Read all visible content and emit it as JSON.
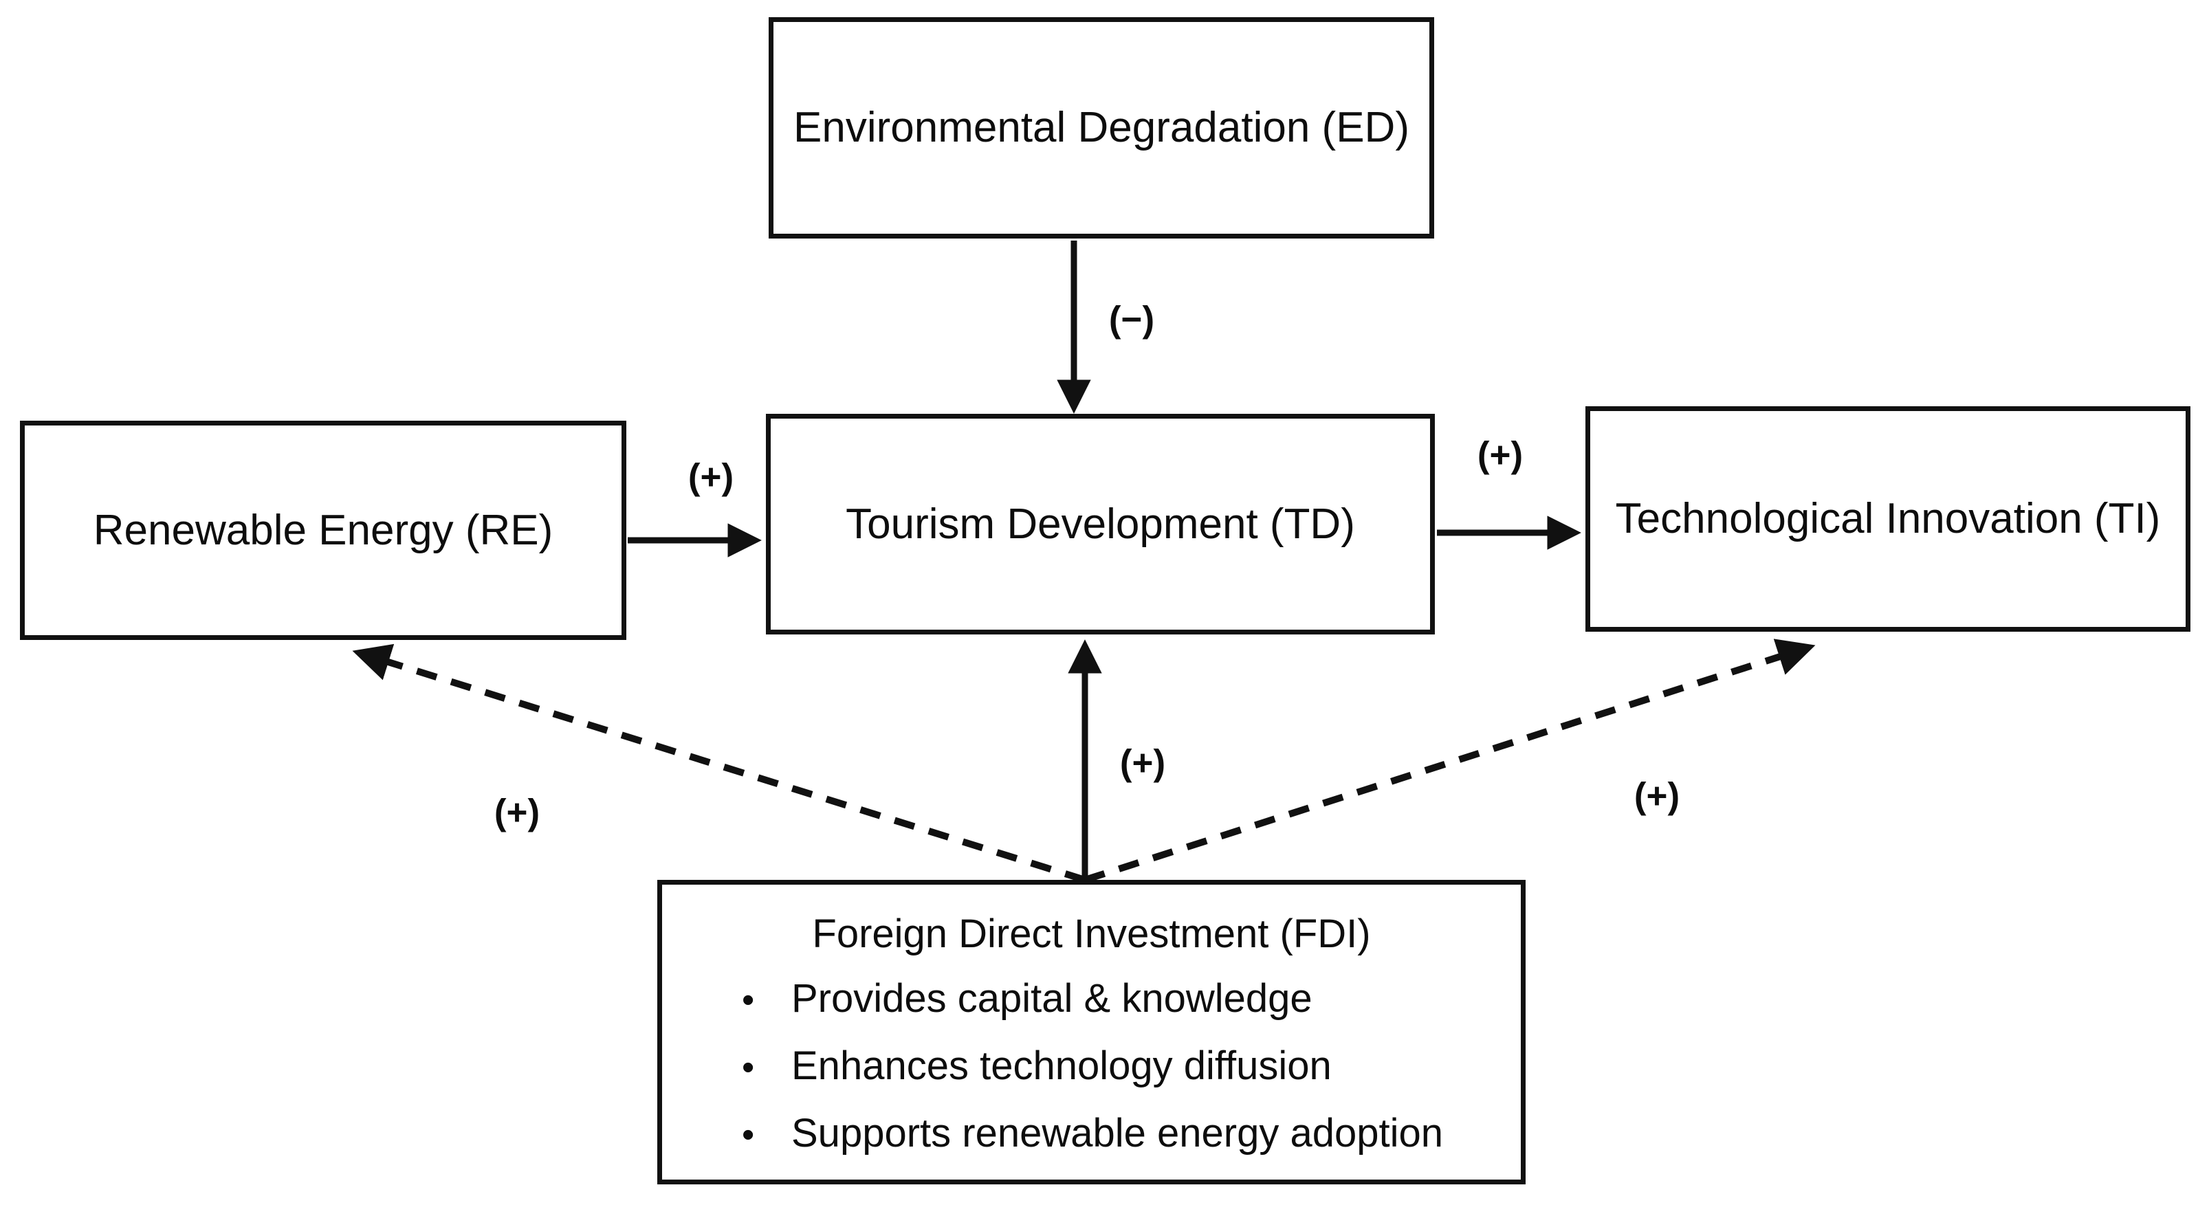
{
  "diagram": {
    "background_color": "#ffffff",
    "line_color": "#111111",
    "text_color": "#0d0d0d",
    "bullet_glyph": "•",
    "nodes": {
      "ed": {
        "label": "Environmental Degradation (ED)"
      },
      "re": {
        "label": "Renewable Energy (RE)"
      },
      "td": {
        "label": "Tourism Development (TD)"
      },
      "ti": {
        "label": "Technological Innovation (TI)"
      },
      "fdi": {
        "title": "Foreign Direct Investment (FDI)",
        "bullets": [
          "Provides capital & knowledge",
          "Enhances technology diffusion",
          "Supports renewable energy adoption"
        ]
      }
    },
    "edges": [
      {
        "from": "Environmental Degradation (ED)",
        "to": "Tourism Development (TD)",
        "sign": "(−)",
        "style": "solid"
      },
      {
        "from": "Renewable Energy (RE)",
        "to": "Tourism Development (TD)",
        "sign": "(+)",
        "style": "solid"
      },
      {
        "from": "Tourism Development (TD)",
        "to": "Technological Innovation (TI)",
        "sign": "(+)",
        "style": "solid"
      },
      {
        "from": "Foreign Direct Investment (FDI)",
        "to": "Tourism Development (TD)",
        "sign": "(+)",
        "style": "solid"
      },
      {
        "from": "Foreign Direct Investment (FDI)",
        "to": "Renewable Energy (RE)",
        "sign": "(+)",
        "style": "dashed"
      },
      {
        "from": "Foreign Direct Investment (FDI)",
        "to": "Technological Innovation (TI)",
        "sign": "(+)",
        "style": "dashed"
      }
    ]
  }
}
